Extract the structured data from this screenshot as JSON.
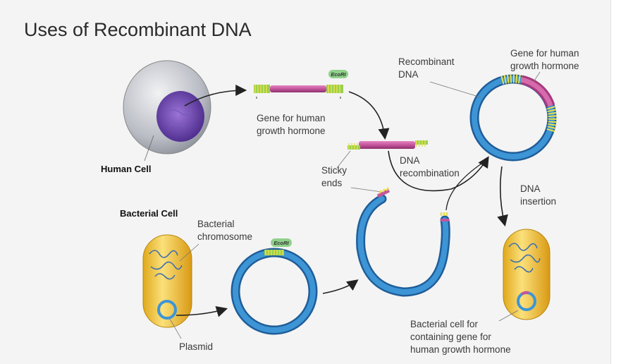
{
  "title": "Uses of Recombinant DNA",
  "labels": {
    "human_cell": "Human Cell",
    "bacterial_cell": "Bacterial Cell",
    "bacterial_chromosome_1": "Bacterial",
    "bacterial_chromosome_2": "chromosome",
    "plasmid": "Plasmid",
    "gene_line1": "Gene for human",
    "gene_line2": "growth hormone",
    "sticky_1": "Sticky",
    "sticky_2": "ends",
    "dna_recomb_1": "DNA",
    "dna_recomb_2": "recombination",
    "recombinant_1": "Recombinant",
    "recombinant_2": "DNA",
    "gene_right_1": "Gene for human",
    "gene_right_2": "growth hormone",
    "dna_insertion_1": "DNA",
    "dna_insertion_2": "insertion",
    "final_1": "Bacterial cell for",
    "final_2": "containing gene for",
    "final_3": "human growth hormone",
    "ecori_top": "EcoRI",
    "ecori_plasmid": "EcoRI"
  },
  "colors": {
    "dna_blue": "#2f7fc0",
    "gene_magenta": "#c4559b",
    "sticky_yellow": "#e8e04a",
    "sticky_green": "#8fc24a",
    "cell_yellow": "#f3c84a",
    "nucleus_purple": "#5b3a9c"
  }
}
